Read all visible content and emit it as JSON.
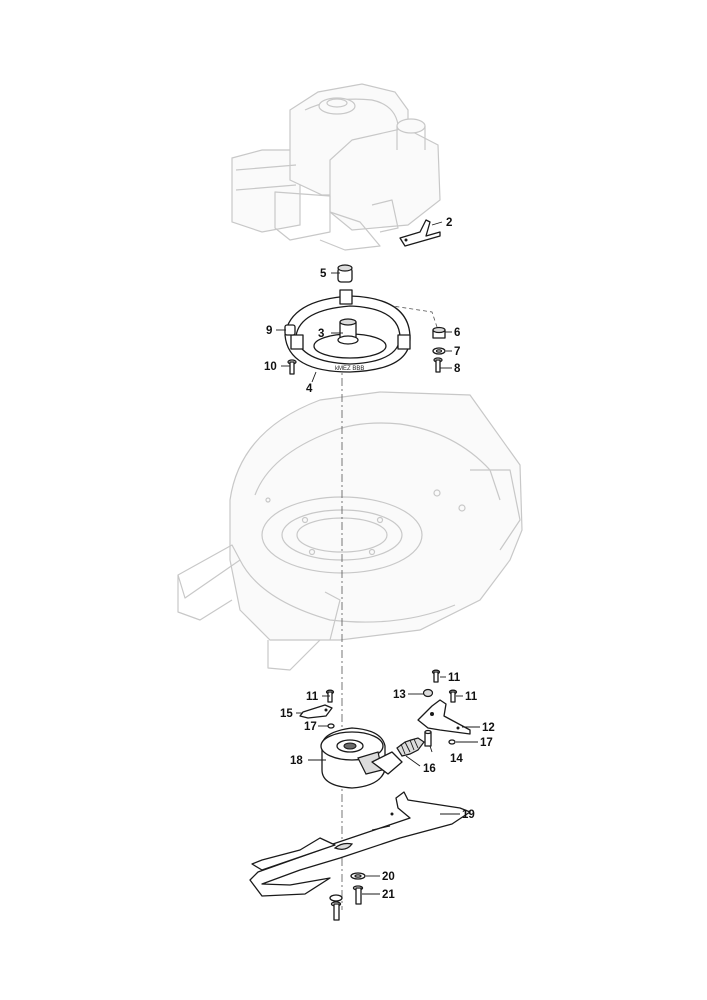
{
  "callouts": [
    {
      "id": "2",
      "label": "2"
    },
    {
      "id": "3",
      "label": "3"
    },
    {
      "id": "4",
      "label": "4"
    },
    {
      "id": "5",
      "label": "5"
    },
    {
      "id": "6",
      "label": "6"
    },
    {
      "id": "7",
      "label": "7"
    },
    {
      "id": "8",
      "label": "8"
    },
    {
      "id": "9",
      "label": "9"
    },
    {
      "id": "10",
      "label": "10"
    },
    {
      "id": "11a",
      "label": "11"
    },
    {
      "id": "11b",
      "label": "11"
    },
    {
      "id": "11c",
      "label": "11"
    },
    {
      "id": "12",
      "label": "12"
    },
    {
      "id": "13",
      "label": "13"
    },
    {
      "id": "14",
      "label": "14"
    },
    {
      "id": "15",
      "label": "15"
    },
    {
      "id": "16",
      "label": "16"
    },
    {
      "id": "17a",
      "label": "17"
    },
    {
      "id": "17b",
      "label": "17"
    },
    {
      "id": "18",
      "label": "18"
    },
    {
      "id": "19",
      "label": "19"
    },
    {
      "id": "20",
      "label": "20"
    },
    {
      "id": "21",
      "label": "21"
    }
  ],
  "colors": {
    "ink": "#1a1a1a",
    "ghost": "#c8c8c8",
    "background": "#ffffff"
  }
}
